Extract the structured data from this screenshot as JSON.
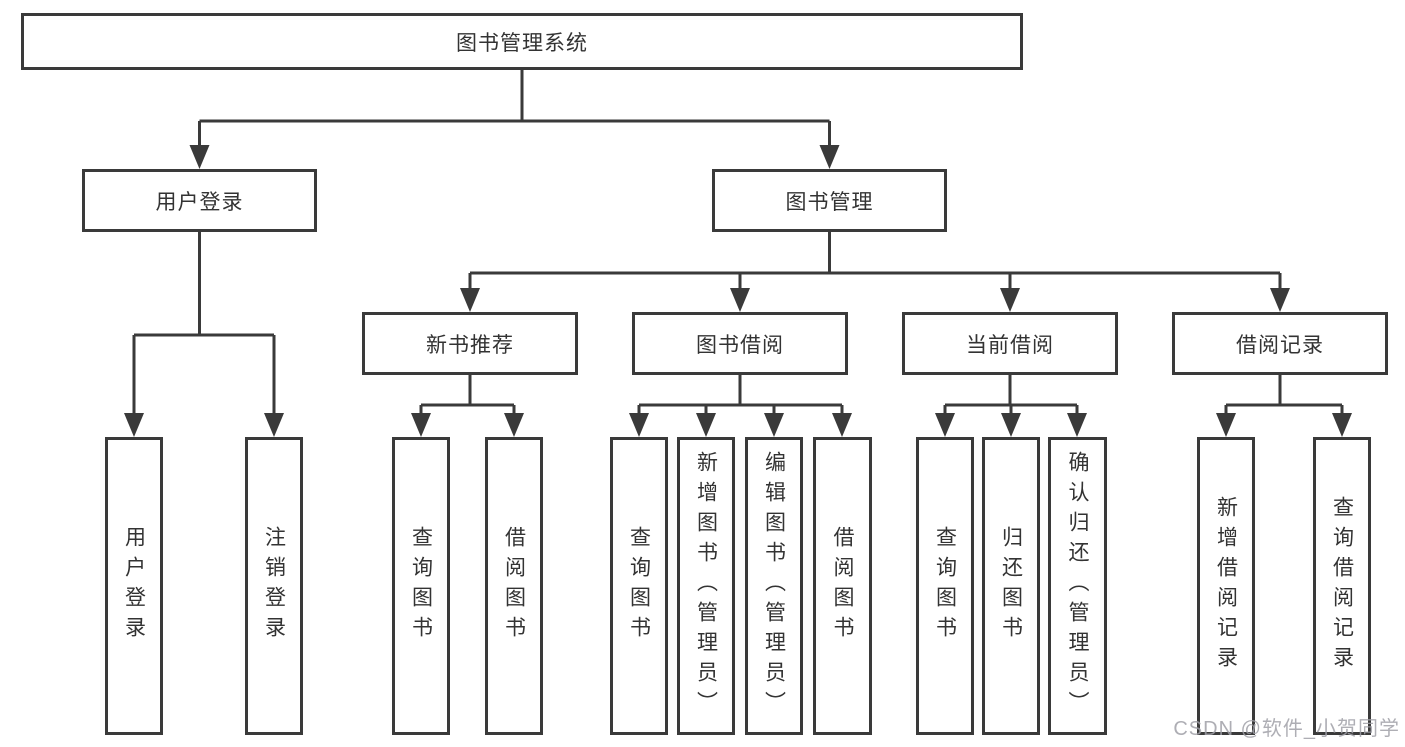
{
  "meta": {
    "bg": "#ffffff",
    "line": "#3a3a3a",
    "box_bg": "#ffffff",
    "text": "#333333",
    "wm": "#a0a0a8"
  },
  "watermark": "CSDN @软件_小贺同学",
  "nodes": {
    "root": "图书管理系统",
    "user_login": "用户登录",
    "book_management": "图书管理",
    "new_book_recommend": "新书推荐",
    "book_borrow": "图书借阅",
    "current_borrow": "当前借阅",
    "borrow_record": "借阅记录",
    "leaf_user_login": "用户登录",
    "leaf_logout": "注销登录",
    "leaf_search_book_recommend": "查询图书",
    "leaf_borrow_book_recommend": "借阅图书",
    "leaf_search_book_borrow": "查询图书",
    "leaf_add_book_admin": "新增图书（管理员）",
    "leaf_edit_book_admin": "编辑图书（管理员）",
    "leaf_borrow_book_borrow": "借阅图书",
    "leaf_search_book_current": "查询图书",
    "leaf_return_book": "归还图书",
    "leaf_confirm_return_admin": "确认归还（管理员）",
    "leaf_add_borrow_record": "新增借阅记录",
    "leaf_search_borrow_record": "查询借阅记录"
  }
}
